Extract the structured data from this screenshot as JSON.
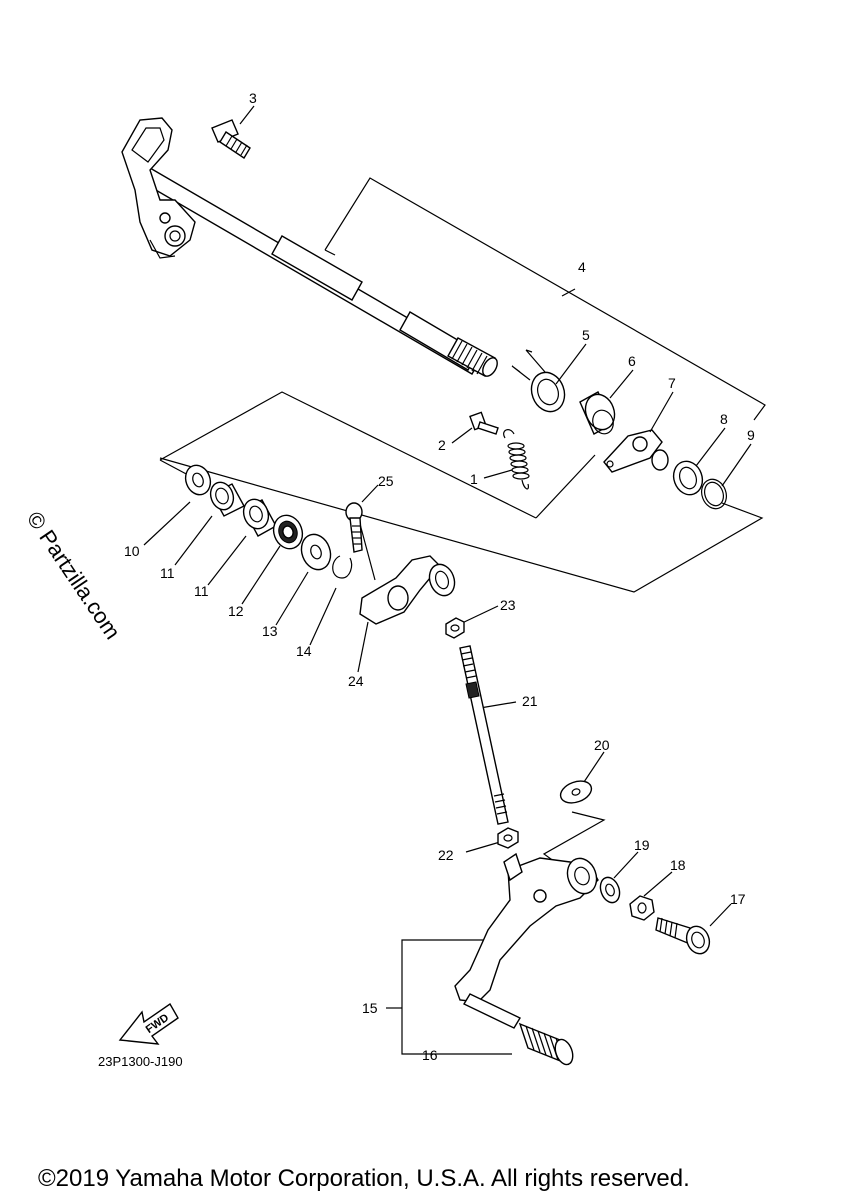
{
  "diagram": {
    "labels": [
      {
        "id": "1",
        "text": "1"
      },
      {
        "id": "2",
        "text": "2"
      },
      {
        "id": "3",
        "text": "3"
      },
      {
        "id": "4",
        "text": "4"
      },
      {
        "id": "5",
        "text": "5"
      },
      {
        "id": "6",
        "text": "6"
      },
      {
        "id": "7",
        "text": "7"
      },
      {
        "id": "8",
        "text": "8"
      },
      {
        "id": "9",
        "text": "9"
      },
      {
        "id": "10",
        "text": "10"
      },
      {
        "id": "11a",
        "text": "11"
      },
      {
        "id": "11b",
        "text": "11"
      },
      {
        "id": "12",
        "text": "12"
      },
      {
        "id": "13",
        "text": "13"
      },
      {
        "id": "14",
        "text": "14"
      },
      {
        "id": "15",
        "text": "15"
      },
      {
        "id": "16",
        "text": "16"
      },
      {
        "id": "17",
        "text": "17"
      },
      {
        "id": "18",
        "text": "18"
      },
      {
        "id": "19",
        "text": "19"
      },
      {
        "id": "20",
        "text": "20"
      },
      {
        "id": "21",
        "text": "21"
      },
      {
        "id": "22",
        "text": "22"
      },
      {
        "id": "23",
        "text": "23"
      },
      {
        "id": "24",
        "text": "24"
      },
      {
        "id": "25",
        "text": "25"
      }
    ],
    "fwd_text": "FWD",
    "drawing_code": "23P1300-J190",
    "watermark": "© Partzilla.com",
    "copyright": "©2019 Yamaha Motor Corporation, U.S.A. All rights reserved."
  }
}
